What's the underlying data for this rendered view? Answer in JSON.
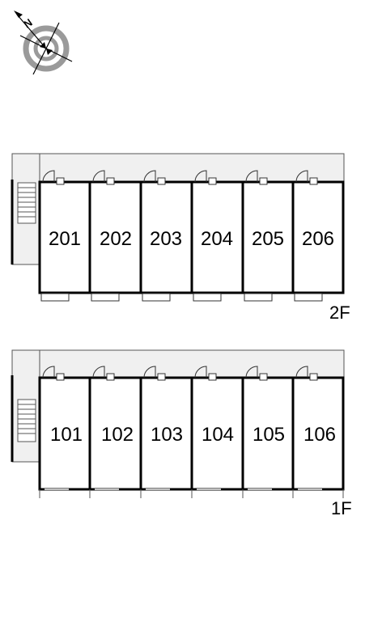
{
  "compass": {
    "north_letter": "N",
    "icon": "compass-icon"
  },
  "floors": [
    {
      "label": "2F",
      "rooms": [
        "201",
        "202",
        "203",
        "204",
        "205",
        "206"
      ],
      "has_balconies": true
    },
    {
      "label": "1F",
      "rooms": [
        "101",
        "102",
        "103",
        "104",
        "105",
        "106"
      ],
      "has_balconies": false
    }
  ],
  "colors": {
    "corridor": "#f0f0f0",
    "wall": "#000000",
    "compass_ring": "#9a9a9a"
  }
}
